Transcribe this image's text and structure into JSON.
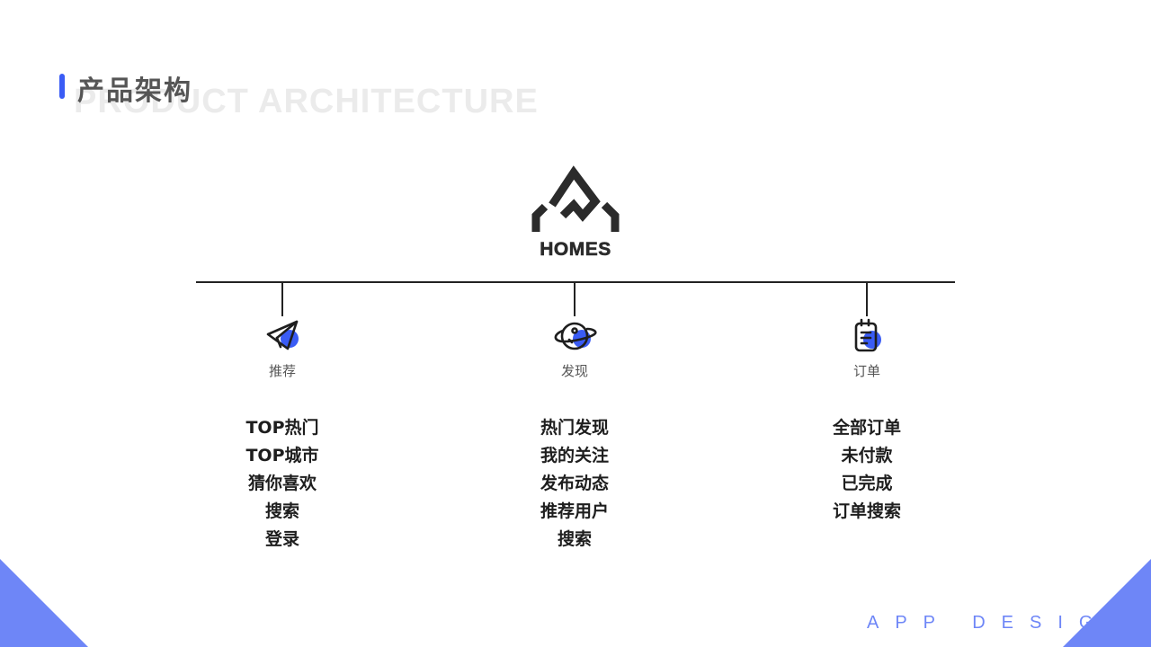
{
  "header": {
    "title_cn": "产品架构",
    "title_en": "PRODUCT ARCHITECTURE"
  },
  "logo": {
    "text": "HOMES",
    "icon": "house-logo-icon"
  },
  "columns": [
    {
      "label": "推荐",
      "icon": "paper-plane-icon",
      "items": [
        "TOP热门",
        "TOP城市",
        "猜你喜欢",
        "搜索",
        "登录"
      ]
    },
    {
      "label": "发现",
      "icon": "planet-icon",
      "items": [
        "热门发现",
        "我的关注",
        "发布动态",
        "推荐用户",
        "搜索"
      ]
    },
    {
      "label": "订单",
      "icon": "order-list-icon",
      "items": [
        "全部订单",
        "未付款",
        "已完成",
        "订单搜索"
      ]
    }
  ],
  "footer": {
    "text": "APP DESIGN"
  },
  "colors": {
    "accent": "#3a5cf5",
    "corner": "#6e86f7",
    "line": "#222222",
    "title_en": "#ebebeb",
    "title_cn": "#555555"
  }
}
